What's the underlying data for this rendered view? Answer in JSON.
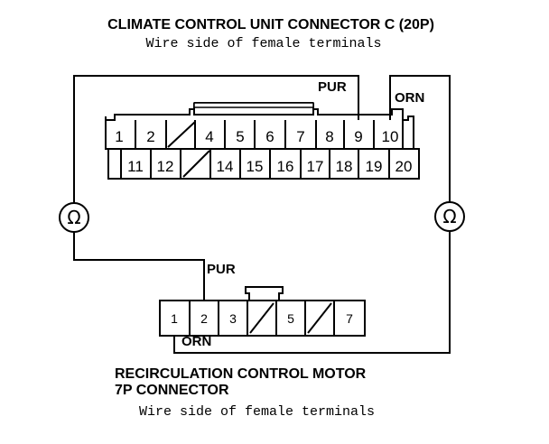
{
  "connector_c": {
    "title": "CLIMATE CONTROL UNIT CONNECTOR C (20P)",
    "subtitle": "Wire side of female terminals",
    "row1": [
      "1",
      "2",
      "",
      "4",
      "5",
      "6",
      "7",
      "8",
      "9",
      "10"
    ],
    "row2": [
      "11",
      "12",
      "",
      "14",
      "15",
      "16",
      "17",
      "18",
      "19",
      "20"
    ]
  },
  "wires": {
    "pur_top": "PUR",
    "orn_top": "ORN",
    "pur_bottom": "PUR",
    "orn_bottom": "ORN"
  },
  "meters": {
    "left_symbol": "Ω",
    "right_symbol": "Ω"
  },
  "motor_connector": {
    "title_line1": "RECIRCULATION CONTROL MOTOR",
    "title_line2": "7P CONNECTOR",
    "subtitle": "Wire side of female terminals",
    "pins": [
      "1",
      "2",
      "3",
      "",
      "5",
      "",
      "7"
    ]
  }
}
